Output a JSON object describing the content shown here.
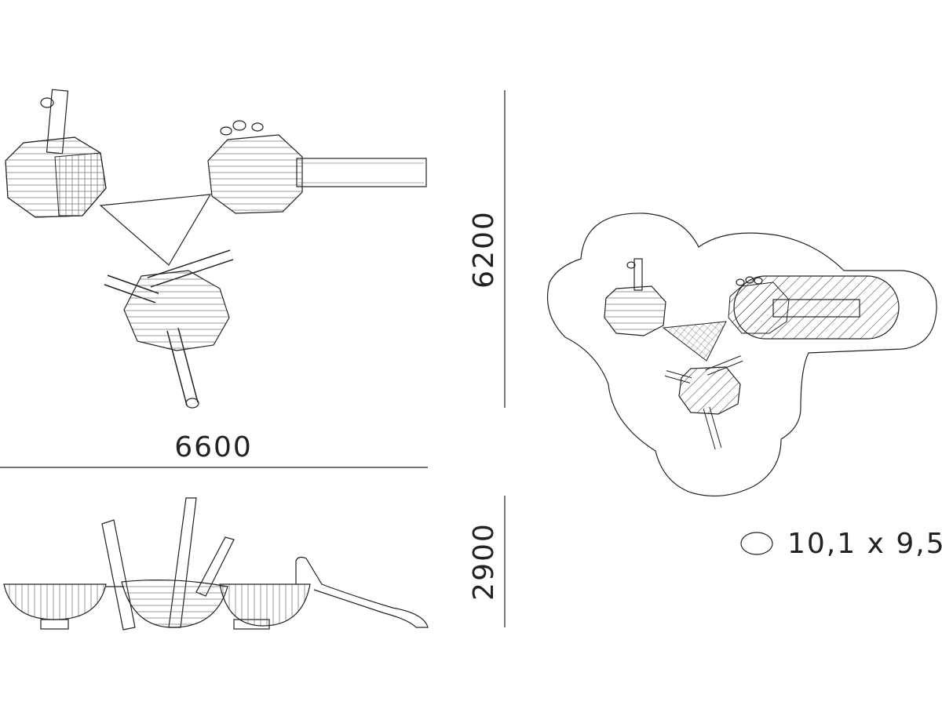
{
  "title": "Playground equipment technical drawing",
  "dimensions": {
    "width": "6600",
    "depth": "6200",
    "height": "2900",
    "safety_area": "10,1 x 9,5"
  },
  "colors": {
    "line": "#222222",
    "background": "#ffffff"
  }
}
